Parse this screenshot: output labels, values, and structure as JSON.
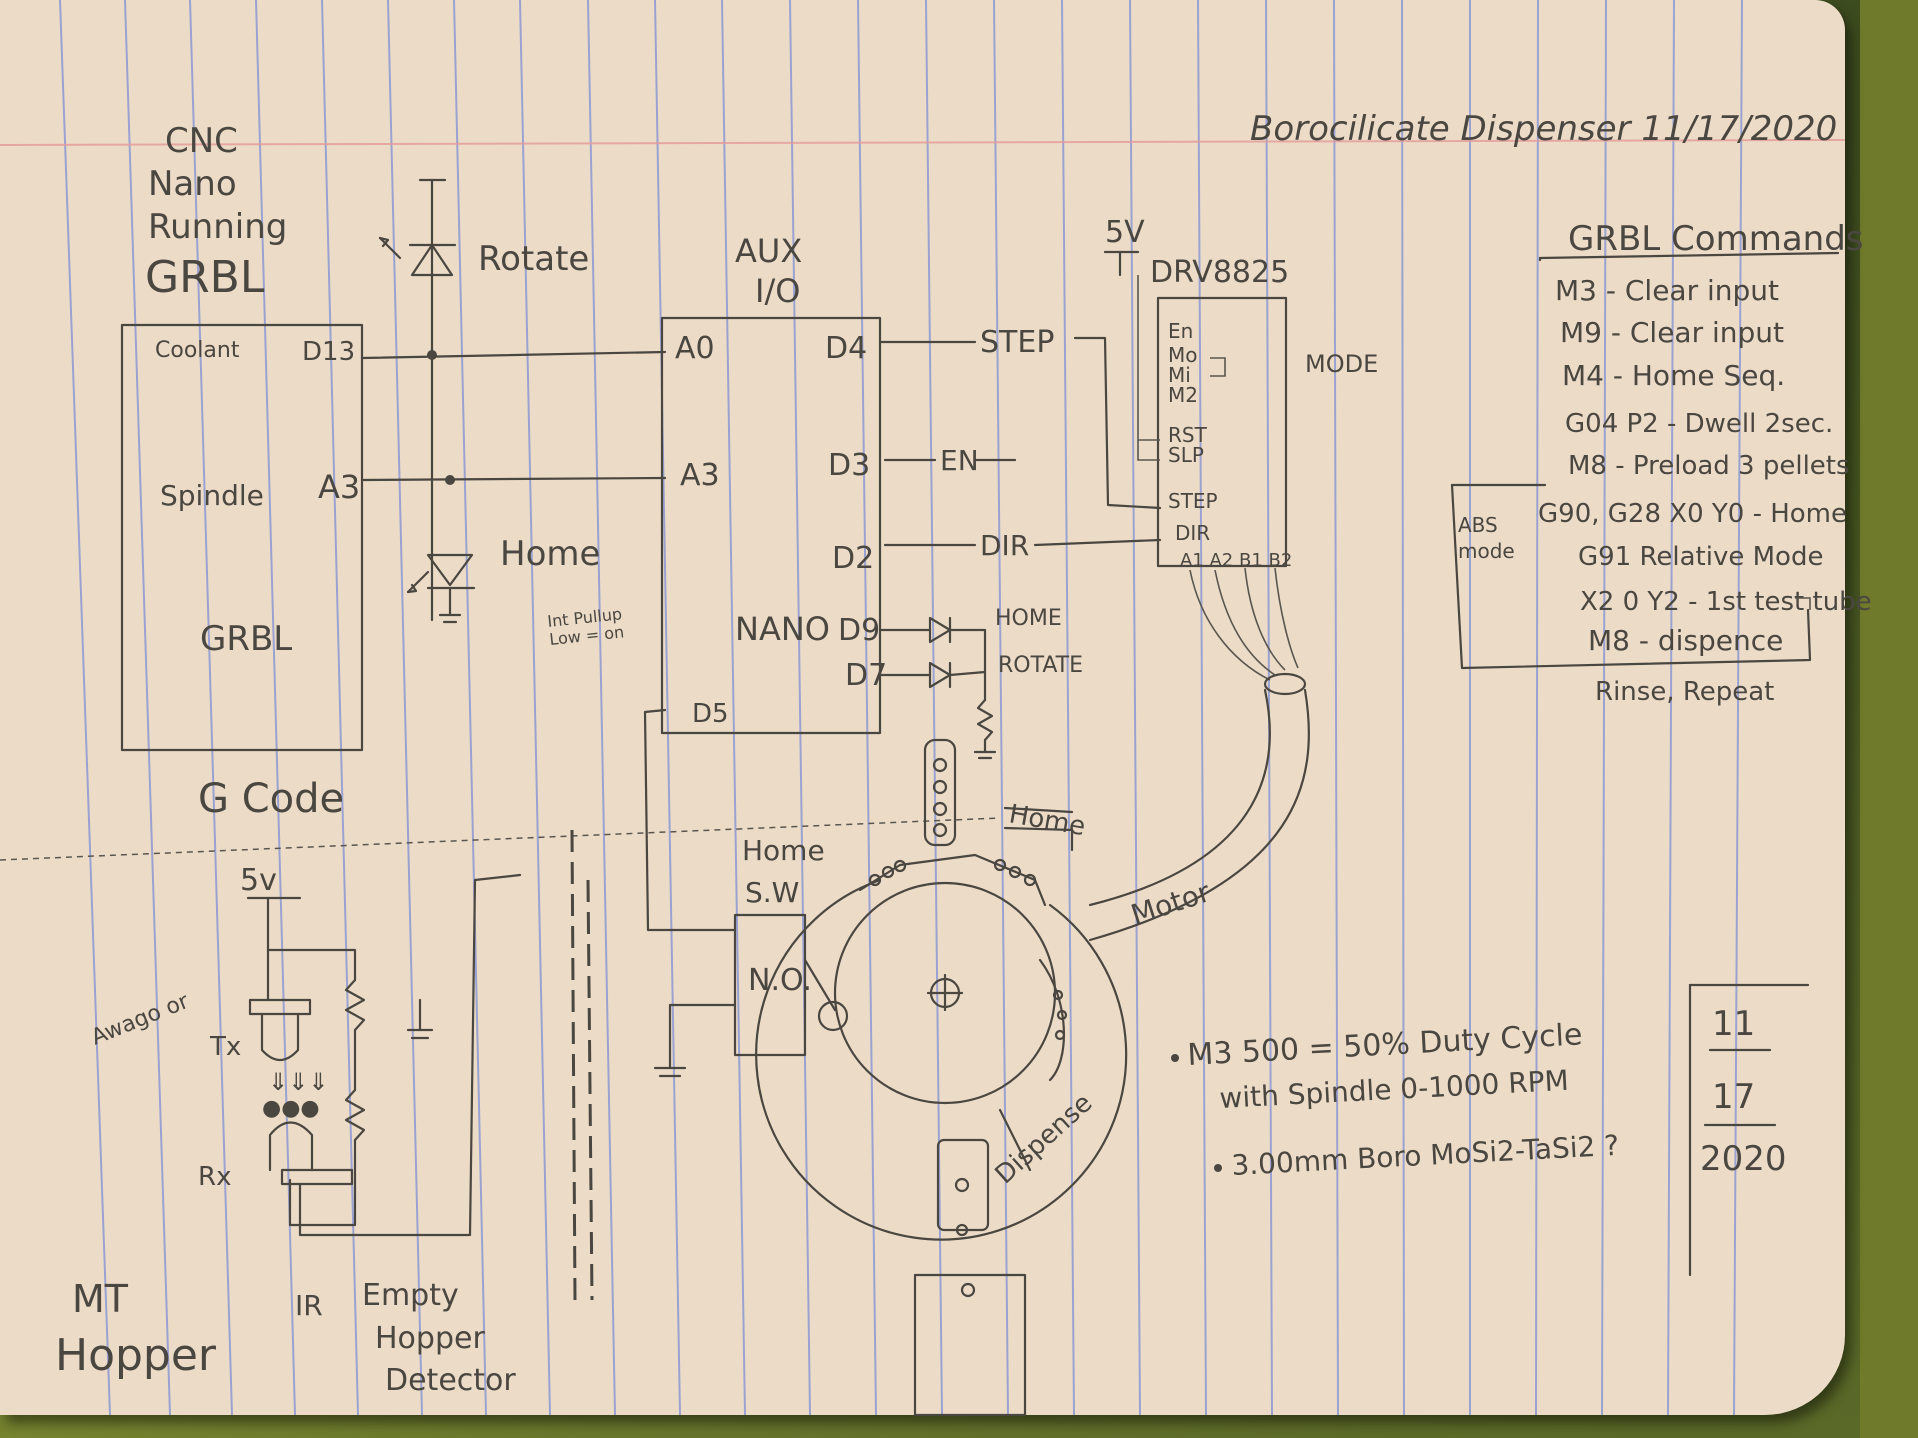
{
  "header": {
    "title": "Borocilicate Dispenser 11/17/2020"
  },
  "left_block": {
    "title_lines": [
      "CNC",
      "Nano",
      "Running",
      "GRBL"
    ],
    "pins": {
      "coolant": "Coolant",
      "d13": "D13",
      "spindle": "Spindle",
      "a3": "A3",
      "body": "GRBL"
    },
    "gcode": "G Code"
  },
  "leds": {
    "rotate": "Rotate",
    "home": "Home"
  },
  "aux_block": {
    "title_lines": [
      "AUX",
      "I/O"
    ],
    "pins_left": [
      "A0",
      "A3",
      "D5"
    ],
    "pins_right": [
      "D4",
      "D3",
      "D2",
      "D9",
      "D7"
    ],
    "body": "NANO",
    "pullup_note_1": "Int Pullup",
    "pullup_note_2": "Low = on"
  },
  "signals": {
    "step": "STEP",
    "en": "EN",
    "dir": "DIR",
    "home_led": "HOME",
    "rotate_led": "ROTATE"
  },
  "driver": {
    "supply": "5V",
    "name": "DRV8825",
    "pins": [
      "En",
      "Mo",
      "Mi",
      "M2",
      "RST",
      "SLP",
      "STEP",
      "DIR"
    ],
    "outputs": "A1 A2 B1 B2",
    "mode": "MODE"
  },
  "commands": {
    "title": "GRBL Commands",
    "lines": [
      "M3 - Clear input",
      "M9 - Clear input",
      "M4 - Home Seq.",
      "G04 P2 - Dwell 2sec.",
      "M8 - Preload 3 pellets",
      "G90, G28 X0 Y0 - Home",
      "G91 Relative Mode",
      "X2 0 Y2 - 1st test tube",
      "M8 - dispence"
    ],
    "abs_mode_1": "ABS",
    "abs_mode_2": "mode",
    "footer": "Rinse, Repeat"
  },
  "detector": {
    "supply": "5v",
    "tx": "Tx",
    "rx": "Rx",
    "ir": "IR",
    "side_note": "Awago or",
    "caption_lines": [
      "Empty",
      "Hopper",
      "Detector"
    ],
    "mt_hopper_lines": [
      "MT",
      "Hopper"
    ]
  },
  "mechanism": {
    "home_sw_lines": [
      "Home",
      "S.W"
    ],
    "no_label": "N.O.",
    "home_arrow": "Home",
    "motor": "Motor",
    "dispense": "Dispense"
  },
  "notes": {
    "line1": "M3 500 = 50% Duty Cycle",
    "line2": "with Spindle 0-1000 RPM",
    "line3": "3.00mm Boro MoSi2-TaSi2 ?"
  },
  "date_box": {
    "month": "11",
    "day": "17",
    "year": "2020"
  }
}
